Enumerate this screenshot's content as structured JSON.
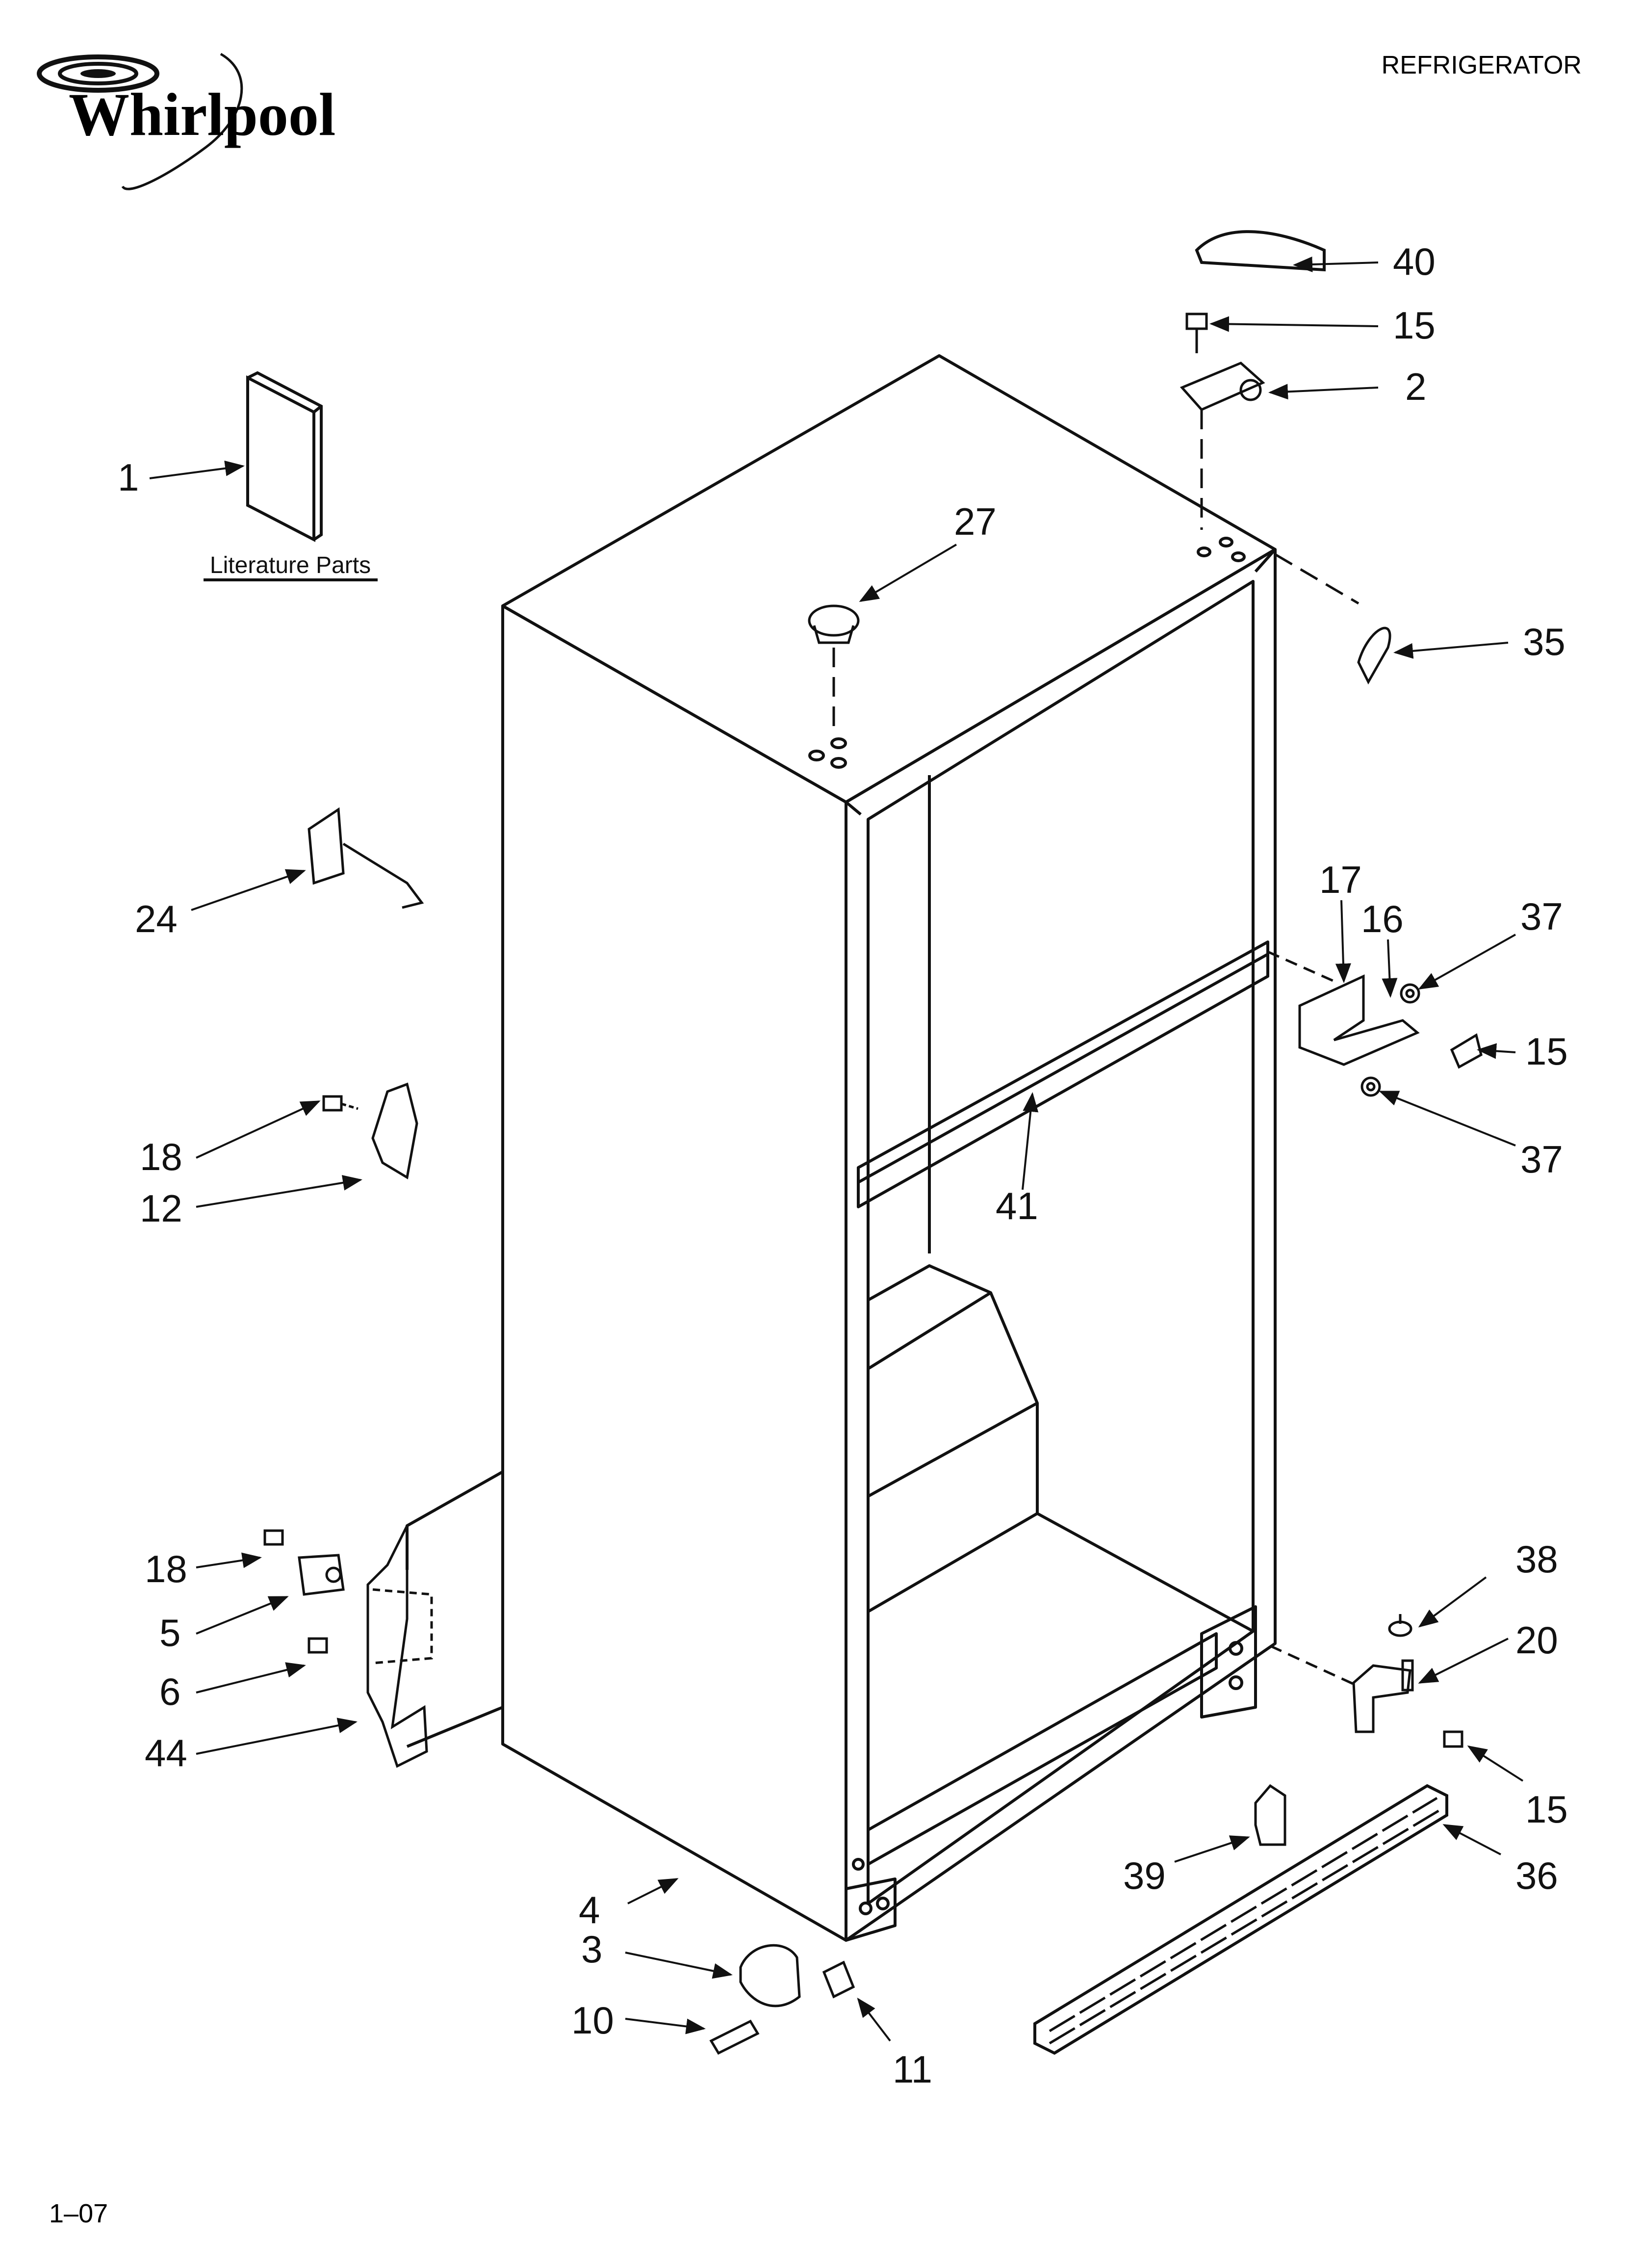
{
  "header": {
    "brand": "Whirlpool",
    "document_title": "REFRIGERATOR"
  },
  "footer": {
    "page_code": "1–07"
  },
  "literature_caption": "Literature Parts",
  "callouts": {
    "c1": "1",
    "c2": "2",
    "c3": "3",
    "c4": "4",
    "c5": "5",
    "c6": "6",
    "c10": "10",
    "c11": "11",
    "c12": "12",
    "c15a": "15",
    "c15b": "15",
    "c15c": "15",
    "c16": "16",
    "c17": "17",
    "c18a": "18",
    "c18b": "18",
    "c20": "20",
    "c24": "24",
    "c27": "27",
    "c35": "35",
    "c36": "36",
    "c37a": "37",
    "c37b": "37",
    "c38": "38",
    "c39": "39",
    "c40": "40",
    "c41": "41",
    "c44": "44"
  }
}
